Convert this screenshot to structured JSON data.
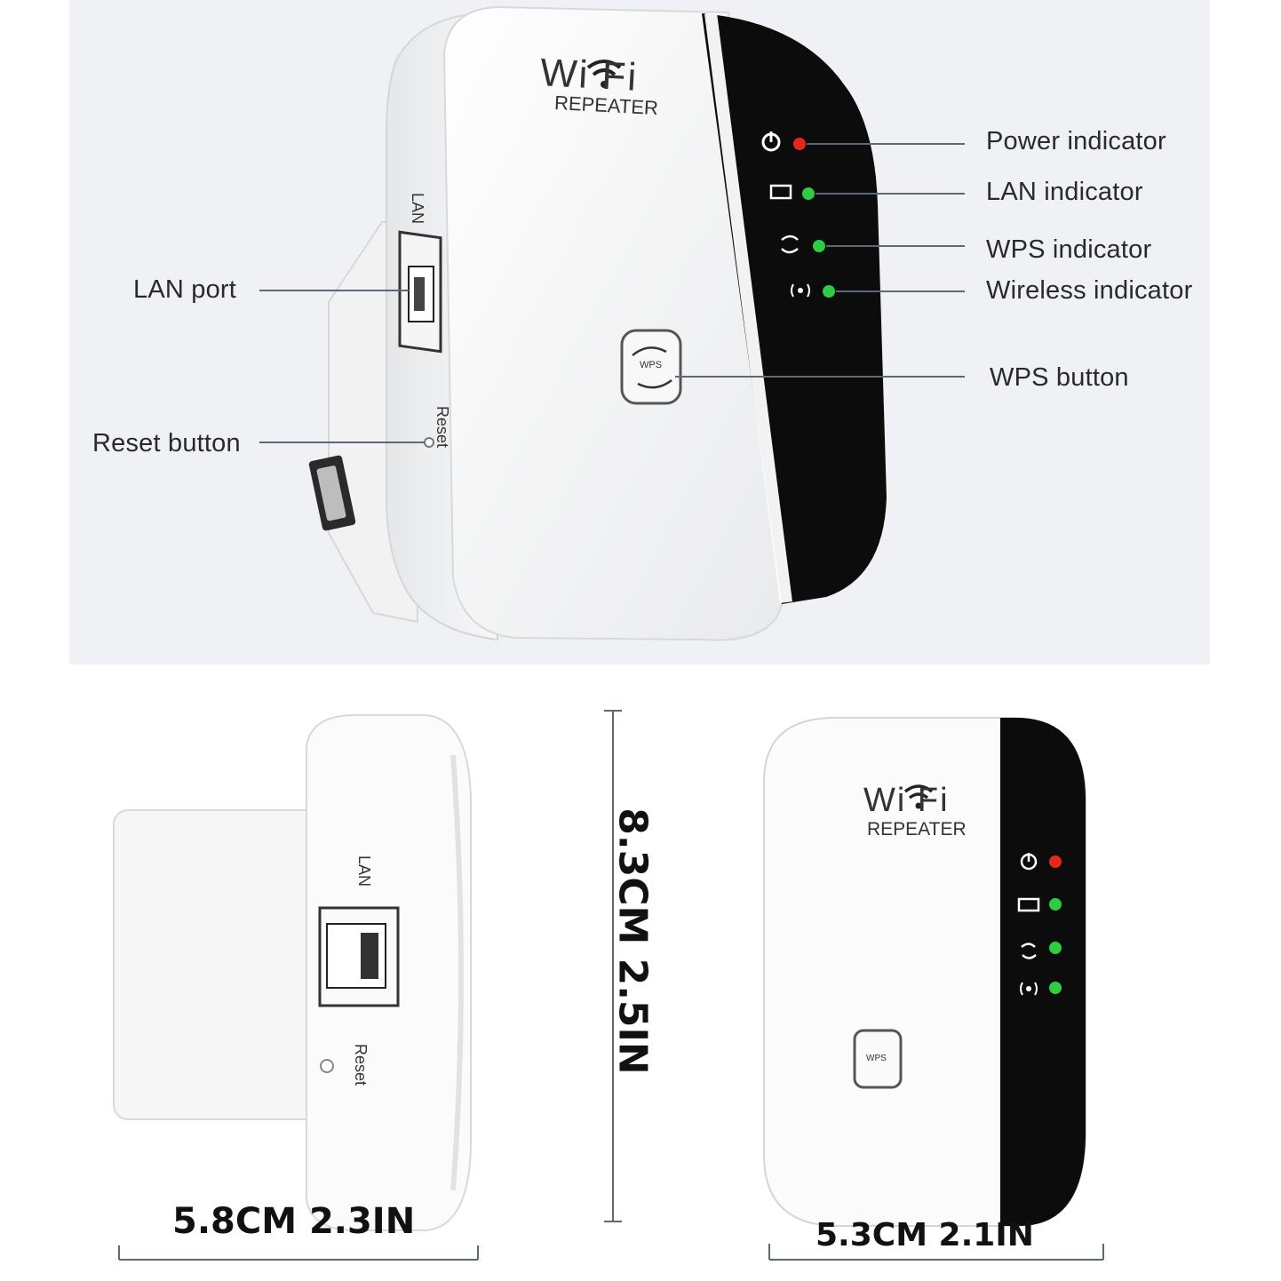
{
  "top_view": {
    "brand_line1": "Wi Fi",
    "brand_line2": "REPEATER",
    "port_label": "LAN",
    "reset_label": "Reset",
    "wps_key_label": "WPS",
    "callouts": {
      "power": "Power indicator",
      "lan": "LAN indicator",
      "wps": "WPS indicator",
      "wireless": "Wireless indicator",
      "wps_button": "WPS button",
      "lan_port": "LAN port",
      "reset_button": "Reset button"
    },
    "led_colors": {
      "power": "#e5261d",
      "lan": "#2ecc40",
      "wps": "#2ecc40",
      "wireless": "#2ecc40"
    }
  },
  "side_view": {
    "port_label": "LAN",
    "reset_label": "Reset",
    "width_label": "5.8CM 2.3IN"
  },
  "height_label": "8.3CM 2.5IN",
  "front_view": {
    "brand_line1": "Wi Fi",
    "brand_line2": "REPEATER",
    "wps_key_label": "WPS",
    "width_label": "5.3CM 2.1IN"
  },
  "colors": {
    "panel_bg": "#eff1f4",
    "device_white": "#fbfbfb",
    "device_black": "#0c0c0c",
    "leader_line": "#5a6a78"
  }
}
